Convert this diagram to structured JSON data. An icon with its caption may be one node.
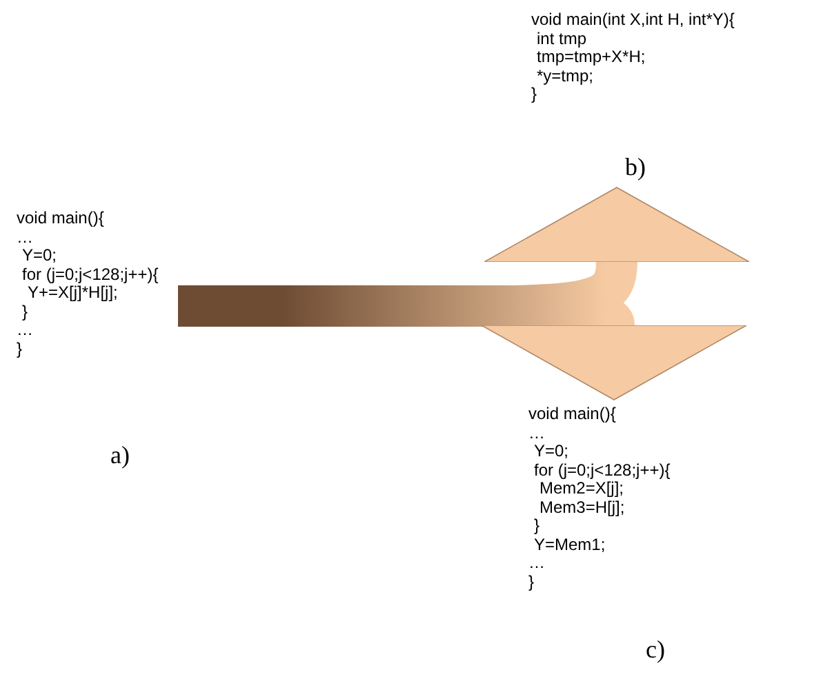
{
  "diagram": {
    "nodes": [
      {
        "text": [
          "void main(){",
          "…",
          "Y=0;",
          "for (j=0;j<128;j++){",
          "Y+=X[j]*H[j];",
          "}",
          "…",
          "}"
        ],
        "beside": [
          "a)"
        ]
      },
      {
        "text": [
          "void main(int X,int H, int*Y){",
          "int tmp",
          "tmp=tmp+X*H;",
          "*y=tmp;",
          "}"
        ],
        "beside": [
          "b)"
        ]
      },
      {
        "text": [
          "void main(){",
          "…",
          "Y=0;",
          "for (j=0;j<128;j++){",
          "Mem2=X[j];",
          "Mem3=H[j];",
          "}",
          "Y=Mem1;",
          "…",
          "}"
        ],
        "beside": [
          "c)"
        ]
      }
    ],
    "edges": [
      {
        "from": 0,
        "to": 1,
        "arrow": "to"
      },
      {
        "from": 0,
        "to": 2,
        "arrow": "to"
      }
    ]
  }
}
